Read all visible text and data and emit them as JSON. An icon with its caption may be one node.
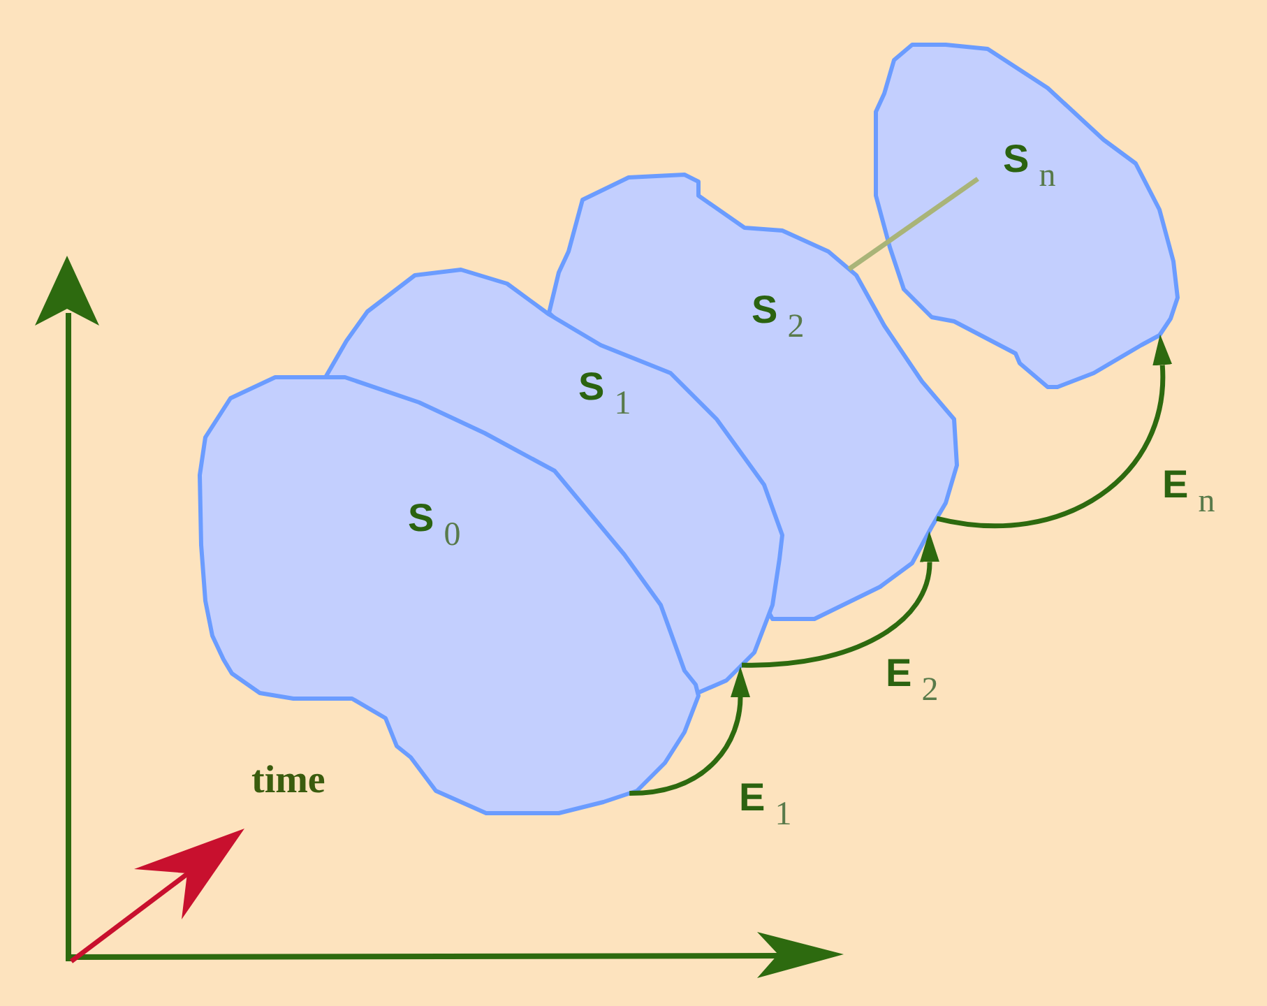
{
  "diagram": {
    "nodes": [
      {
        "text": [
          "S$_{0}$"
        ]
      },
      {
        "text": [
          "S$_{1}$"
        ]
      },
      {
        "text": [
          "S$_{2}$"
        ]
      },
      {
        "text": [
          "S$_{n}$"
        ]
      }
    ],
    "edges": [
      {
        "from": 0,
        "to": 1,
        "arrow": "to",
        "label": "E$_{1}$"
      },
      {
        "from": 1,
        "to": 2,
        "arrow": "to",
        "label": "E$_{2}$"
      },
      {
        "from": 2,
        "to": 3,
        "arrow": "to",
        "label": "E$_{n}$"
      },
      {
        "from": 2,
        "to": 3,
        "arrow": "none",
        "color": "#a9b478"
      }
    ],
    "labels": [
      "time"
    ]
  }
}
